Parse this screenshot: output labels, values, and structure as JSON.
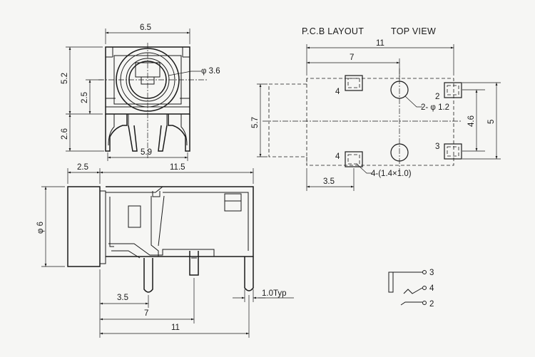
{
  "front_view": {
    "width_dim": "6.5",
    "height_dim": "5.2",
    "offset_dim": "2.5",
    "leg_height_dim": "2.6",
    "pin_span_dim": "5.9",
    "hole_dim": "φ 3.6"
  },
  "side_view": {
    "nose_dim": "2.5",
    "body_length_dim": "11.5",
    "diameter_dim": "φ 6",
    "pin1_dim": "3.5",
    "pin2_dim": "7",
    "pin3_dim": "11",
    "pin_thickness_dim": "1.0Typ"
  },
  "pcb_layout": {
    "title": "P.C.B LAYOUT",
    "subtitle": "TOP VIEW",
    "overall_dim": "11",
    "pad_pos_dim": "7",
    "height_dim": "5.7",
    "pad_span_dim": "4.6",
    "outer_dim": "5",
    "left_pad_dim": "3.5",
    "hole_note": "2- φ 1.2",
    "pad_note": "4-(1.4×1.0)",
    "pins": {
      "top_left": "4",
      "top_right": "2",
      "bottom_left": "4",
      "bottom_right": "3"
    }
  },
  "schematic": {
    "pin_a": "3",
    "pin_b": "4",
    "pin_c": "2"
  }
}
